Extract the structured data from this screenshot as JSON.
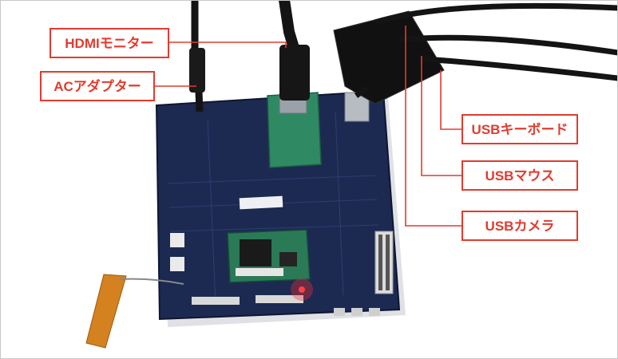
{
  "callouts": {
    "hdmi_monitor": "HDMIモニター",
    "ac_adapter": "ACアダプター",
    "usb_keyboard": "USBキーボード",
    "usb_mouse": "USBマウス",
    "usb_camera": "USBカメラ"
  },
  "colors": {
    "accent": "#e23b2e",
    "board": "#1c2a52",
    "module": "#2f8a63"
  }
}
